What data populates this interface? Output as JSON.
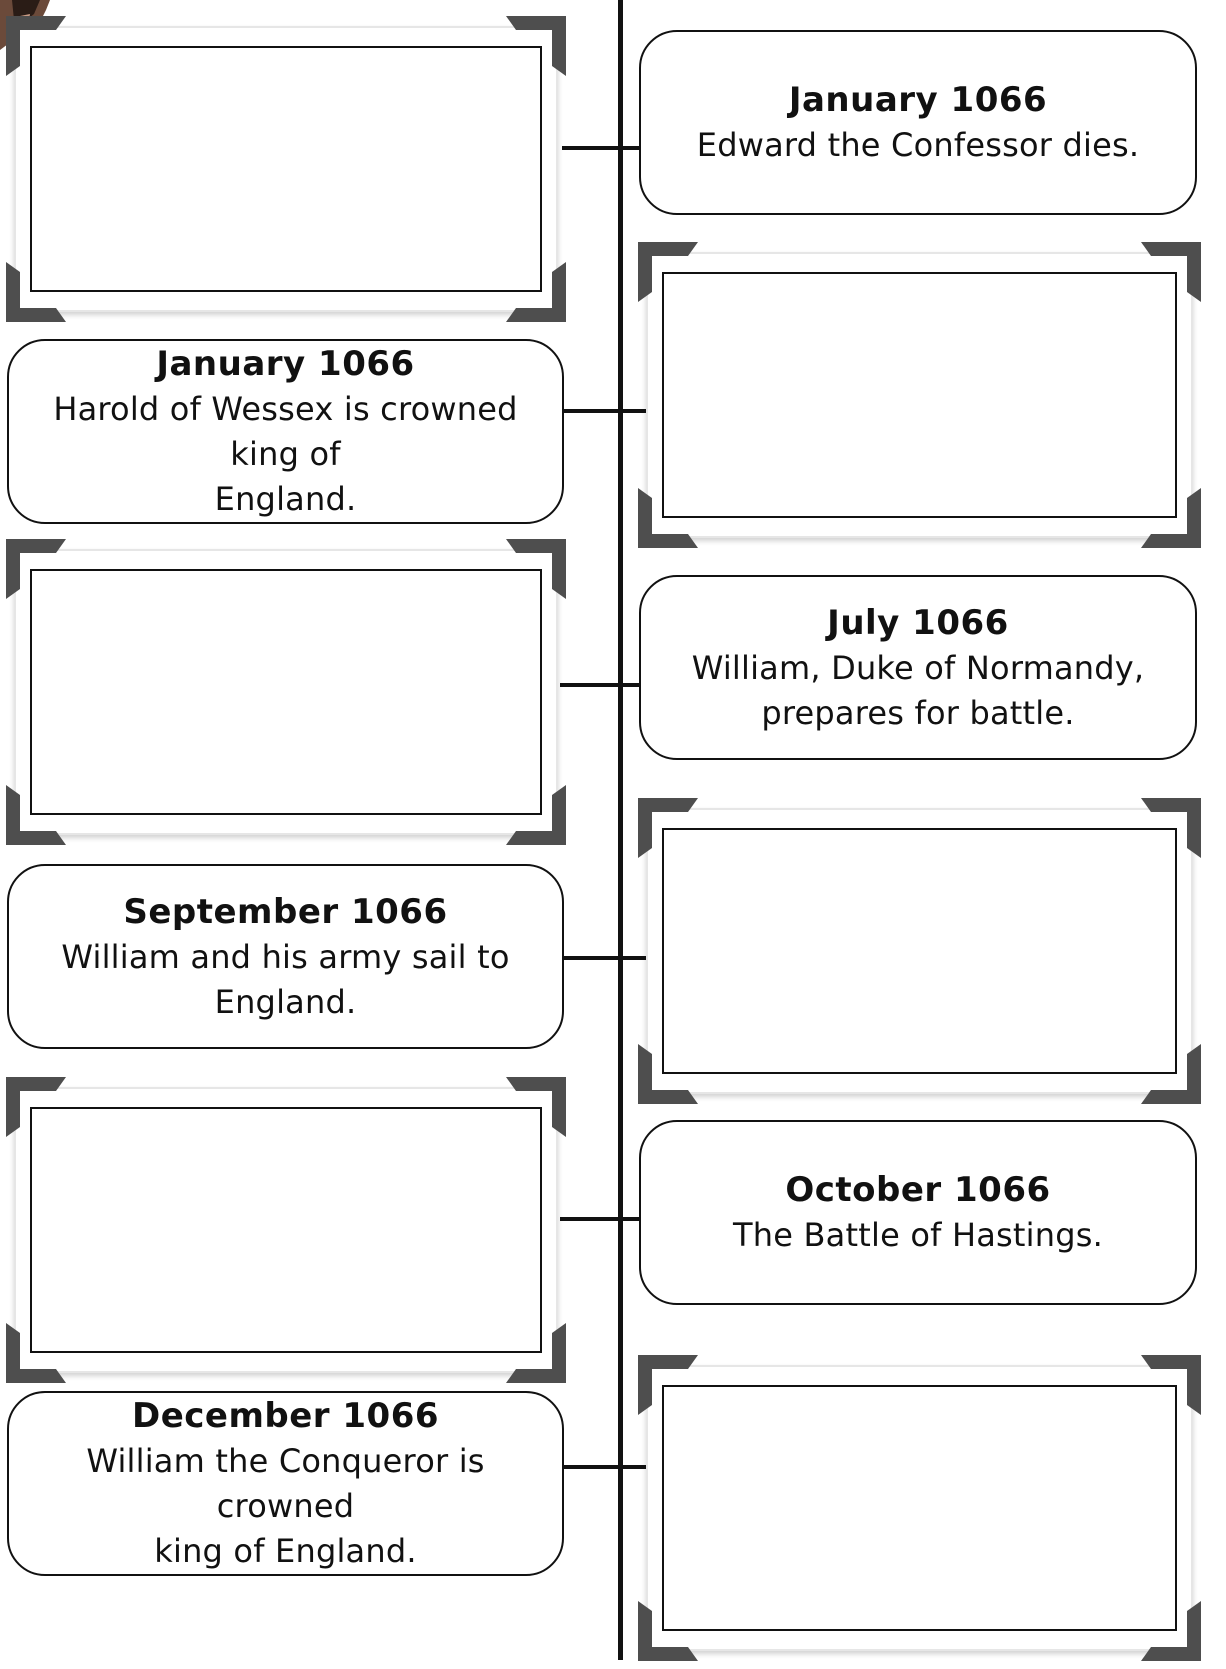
{
  "events": [
    {
      "date": "January 1066",
      "lines": [
        "Edward the Confessor dies."
      ]
    },
    {
      "date": "January 1066",
      "lines": [
        "Harold of Wessex is crowned king of",
        "England."
      ]
    },
    {
      "date": "July 1066",
      "lines": [
        "William, Duke of Normandy,",
        "prepares for battle."
      ]
    },
    {
      "date": "September 1066",
      "lines": [
        "William and his army sail to",
        "England."
      ]
    },
    {
      "date": "October 1066",
      "lines": [
        "The Battle of Hastings."
      ]
    },
    {
      "date": "December 1066",
      "lines": [
        "William the Conqueror is crowned",
        "king of England."
      ]
    }
  ]
}
